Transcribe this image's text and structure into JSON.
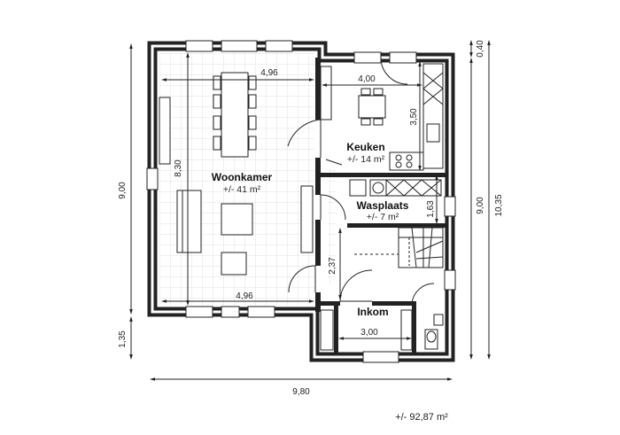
{
  "plan": {
    "rooms": {
      "woonkamer": {
        "name": "Woonkamer",
        "area": "+/- 41 m²"
      },
      "keuken": {
        "name": "Keuken",
        "area": "+/- 14 m²"
      },
      "wasplaats": {
        "name": "Wasplaats",
        "area": "+/- 7 m²"
      },
      "inkom": {
        "name": "Inkom"
      }
    },
    "dimensions": {
      "woonkamer_top": "4,96",
      "woonkamer_bottom": "4,96",
      "woonkamer_height": "8,30",
      "keuken_width": "4,00",
      "keuken_height": "3,50",
      "wasplaats_height": "1,63",
      "hall_height": "2,37",
      "inkom_width": "3,00",
      "left_total": "9,00",
      "left_bottom": "1,35",
      "right_top": "0,40",
      "right_mid": "9,00",
      "right_total": "10,35",
      "bottom_total": "9,80"
    },
    "total_area": "+/- 92,87 m²"
  }
}
